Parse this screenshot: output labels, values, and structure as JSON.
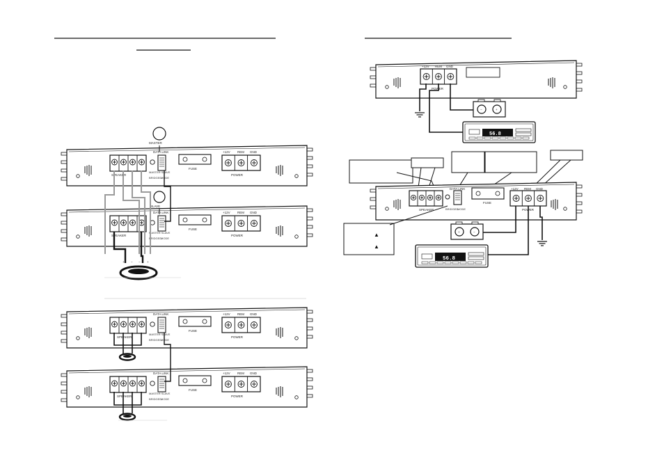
{
  "amp_labels": {
    "data_link": "DATA LINK",
    "master_slave": "MASTER SLAVE",
    "bridged": "BRIDGED",
    "mode": "MODE",
    "speaker": "SPEAKER",
    "fuse": "FUSE",
    "power": "POWER",
    "plus12v": "+12V",
    "rem": "REM",
    "gnd": "GND",
    "terminal_signs": [
      "−",
      "+",
      "−",
      "+"
    ]
  },
  "switch_labels": {
    "master": "MASTER",
    "slave": "SLAVE"
  },
  "speaker_polarity": [
    "+",
    "−",
    "−",
    "+"
  ],
  "battery_signs": {
    "minus": "−",
    "plus": "+"
  },
  "head_unit_display": "56.8",
  "mode_symbols": [
    "▲",
    "▲"
  ],
  "colors": {
    "line": "#111111",
    "gray_wire": "#9a9a9a",
    "display": "#111111"
  }
}
